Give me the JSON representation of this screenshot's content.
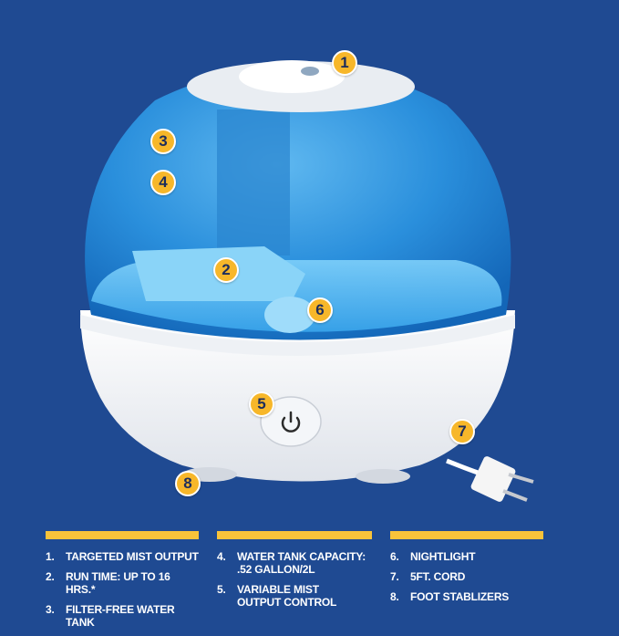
{
  "colors": {
    "background": "#1f4a92",
    "accent_bar": "#f8c33a",
    "badge_fill": "#f7b72a",
    "badge_text": "#1d2d5c",
    "tank_blue": "#2a8fdc",
    "base_white": "#f2f4f7"
  },
  "callouts": [
    {
      "n": "1",
      "label": "TARGETED MIST OUTPUT"
    },
    {
      "n": "2",
      "label": "RUN TIME: UP TO 16 HRS.*"
    },
    {
      "n": "3",
      "label": "FILTER-FREE WATER TANK"
    },
    {
      "n": "4",
      "label": "WATER TANK CAPACITY:\n.52 GALLON/2L"
    },
    {
      "n": "5",
      "label": "VARIABLE MIST\nOUTPUT CONTROL"
    },
    {
      "n": "6",
      "label": "NIGHTLIGHT"
    },
    {
      "n": "7",
      "label": "5FT. CORD"
    },
    {
      "n": "8",
      "label": "FOOT STABLIZERS"
    }
  ],
  "legend": {
    "columns": [
      {
        "items": [
          {
            "num": "1.",
            "text": "TARGETED MIST OUTPUT"
          },
          {
            "num": "2.",
            "text": "RUN TIME: UP TO 16 HRS.*"
          },
          {
            "num": "3.",
            "text": "FILTER-FREE WATER TANK"
          }
        ]
      },
      {
        "items": [
          {
            "num": "4.",
            "text": "WATER TANK CAPACITY:\n.52 GALLON/2L"
          },
          {
            "num": "5.",
            "text": "VARIABLE MIST\nOUTPUT CONTROL"
          }
        ]
      },
      {
        "items": [
          {
            "num": "6.",
            "text": "NIGHTLIGHT"
          },
          {
            "num": "7.",
            "text": "5FT. CORD"
          },
          {
            "num": "8.",
            "text": "FOOT STABLIZERS"
          }
        ]
      }
    ]
  },
  "product": {
    "power_icon": "power-icon"
  }
}
